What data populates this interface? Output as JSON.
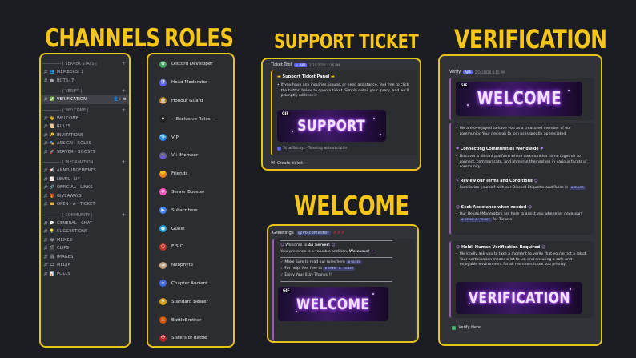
{
  "headings": {
    "channels": "CHANNELS",
    "roles": "ROLES",
    "support_ticket": "SUPPORT TICKET",
    "verification": "VERIFICATION",
    "welcome": "WELCOME"
  },
  "channels": {
    "groups": [
      {
        "category": "------------- | SERVER STATS |",
        "items": [
          {
            "emoji": "👥",
            "name": "MEMBERS: 1"
          },
          {
            "emoji": "🤖",
            "name": "BOTS: 7"
          }
        ]
      },
      {
        "category": "------------- | VERIFY |",
        "items": [
          {
            "emoji": "✅",
            "name": "VERIFICATION",
            "active": true
          }
        ]
      },
      {
        "category": "------------- | WELCOME |",
        "items": [
          {
            "emoji": "👋",
            "name": "WELCOME"
          },
          {
            "emoji": "📜",
            "name": "RULES"
          },
          {
            "emoji": "🔑",
            "name": "INVITATIONS"
          },
          {
            "emoji": "🎭",
            "name": "ASSIGN · ROLES"
          },
          {
            "emoji": "🚀",
            "name": "SERVER · BOOSTS"
          }
        ]
      },
      {
        "category": "------------- | INFORMATION |",
        "items": [
          {
            "emoji": "📢",
            "name": "ANNOUNCEMENTS"
          },
          {
            "emoji": "📈",
            "name": "LEVEL · UP"
          },
          {
            "emoji": "🔗",
            "name": "OFFICIAL · LINKS"
          },
          {
            "emoji": "🎁",
            "name": "GIVEAWAYS"
          },
          {
            "emoji": "🎫",
            "name": "OPEN · A · TICKET"
          }
        ]
      },
      {
        "category": "------------- | COMMUNITY |",
        "items": [
          {
            "emoji": "💬",
            "name": "GENERAL · CHAT"
          },
          {
            "emoji": "💡",
            "name": "SUGGESTIONS"
          },
          {
            "emoji": "😂",
            "name": "MEMES"
          },
          {
            "emoji": "🎬",
            "name": "CLIPS"
          },
          {
            "emoji": "🖼",
            "name": "IMAGES"
          },
          {
            "emoji": "🎞",
            "name": "MEDIA"
          },
          {
            "emoji": "📊",
            "name": "POLLS"
          }
        ]
      }
    ],
    "active_tools": "👤+ ⚙"
  },
  "roles": [
    {
      "name": "Discord Developer",
      "icon": "✿",
      "color": "#3ba55d"
    },
    {
      "name": "Head Moderator",
      "icon": "🛡",
      "color": "#5865f2"
    },
    {
      "name": "Honour Guard",
      "icon": "🏛",
      "color": "#b9741a"
    },
    {
      "name": "-- Exclusive Roles --",
      "icon": "♦",
      "color": "#222"
    },
    {
      "name": "VIP",
      "icon": "💎",
      "color": "#1e90ff"
    },
    {
      "name": "V+ Member",
      "icon": "🎮",
      "color": "#6a5acd"
    },
    {
      "name": "Friends",
      "icon": "🤝",
      "color": "#e67e22"
    },
    {
      "name": "Server Booster",
      "icon": "❖",
      "color": "#ff5ac8"
    },
    {
      "name": "Subscribers",
      "icon": "▶",
      "color": "#3b82f6"
    },
    {
      "name": "Guest",
      "icon": "●",
      "color": "#0ea5e9"
    },
    {
      "name": "E.S.O.",
      "icon": "○",
      "color": "#c0392b"
    },
    {
      "name": "Neophyte",
      "icon": "☁",
      "color": "#c9a27e"
    },
    {
      "name": "Chapter Ancient",
      "icon": "⚜",
      "color": "#4169e1"
    },
    {
      "name": "Standard Bearer",
      "icon": "⚑",
      "color": "#d4a017"
    },
    {
      "name": "BattleBrother",
      "icon": "⚔",
      "color": "#d35400"
    },
    {
      "name": "Sisters of Battle",
      "icon": "✠",
      "color": "#b22222"
    }
  ],
  "support": {
    "bot_name": "Ticket Tool",
    "badge": "✓ APP",
    "timestamp": "2/16/2026 4:26 PM",
    "embed_title": "Support Ticket Panel",
    "embed_body": "If you have any inquiries, issues, or need assistance, feel free to click the button below to open a ticket. Simply detail your query, and we'll promptly address it",
    "gif_label": "GIF",
    "gif_word": "SUPPORT",
    "footer": "TicketTool.xyz - Ticketing without clutter",
    "button": "Create ticket"
  },
  "welcome": {
    "prefix": "Greetings",
    "mention": "@VoiceMaster",
    "line1a": "Welcome to",
    "line1b": "44 Server!",
    "line2a": "Your presence is a valuable addition,",
    "line2b": "Welcome!",
    "line3": "Make Sure to read our rules here",
    "chip_rules": "# RULES",
    "line4": "For help, feel free to",
    "chip_ticket": "# OPEN · A · TICKET",
    "line5": "Enjoy Your Stay Thanks !!",
    "gif_label": "GIF",
    "gif_word": "WELCOME"
  },
  "verify": {
    "bot_name": "Verify",
    "badge": "APP",
    "timestamp": "2/16/2026 4:15 PM",
    "gif_label": "GIF",
    "gif_word_top": "WELCOME",
    "intro": "We are overjoyed to have you as a treasured member of our community. Your decision to join us is greatly appreciated",
    "sec1_title": "Connecting Communities Worldwide",
    "sec1_body": "Discover a vibrant platform where communities come together to connect, communicate, and immerse themselves in various facets of community.",
    "sec2_title": "Review our Terms and Conditions",
    "sec2_body": "Familiarize yourself with our Discord Etiquette and Rules in",
    "chip_rules": "# RULES",
    "sec3_title": "Seek Assistance when needed",
    "sec3_body_a": "Our Helpful Moderators are here to assist you whenever necessary",
    "chip_ticket": "# OPEN · A · TICKET",
    "sec3_body_b": "for Tickets",
    "hold_title": "Hold! Human Verification Required",
    "hold_body": "We kindly ask you to take a moment to verify that you're not a robot. Your participation means a lot to us, and ensuring a safe and enjoyable environment for all members is our top priority",
    "gif_word_bottom": "VERIFICATION",
    "button": "Verify Here"
  }
}
